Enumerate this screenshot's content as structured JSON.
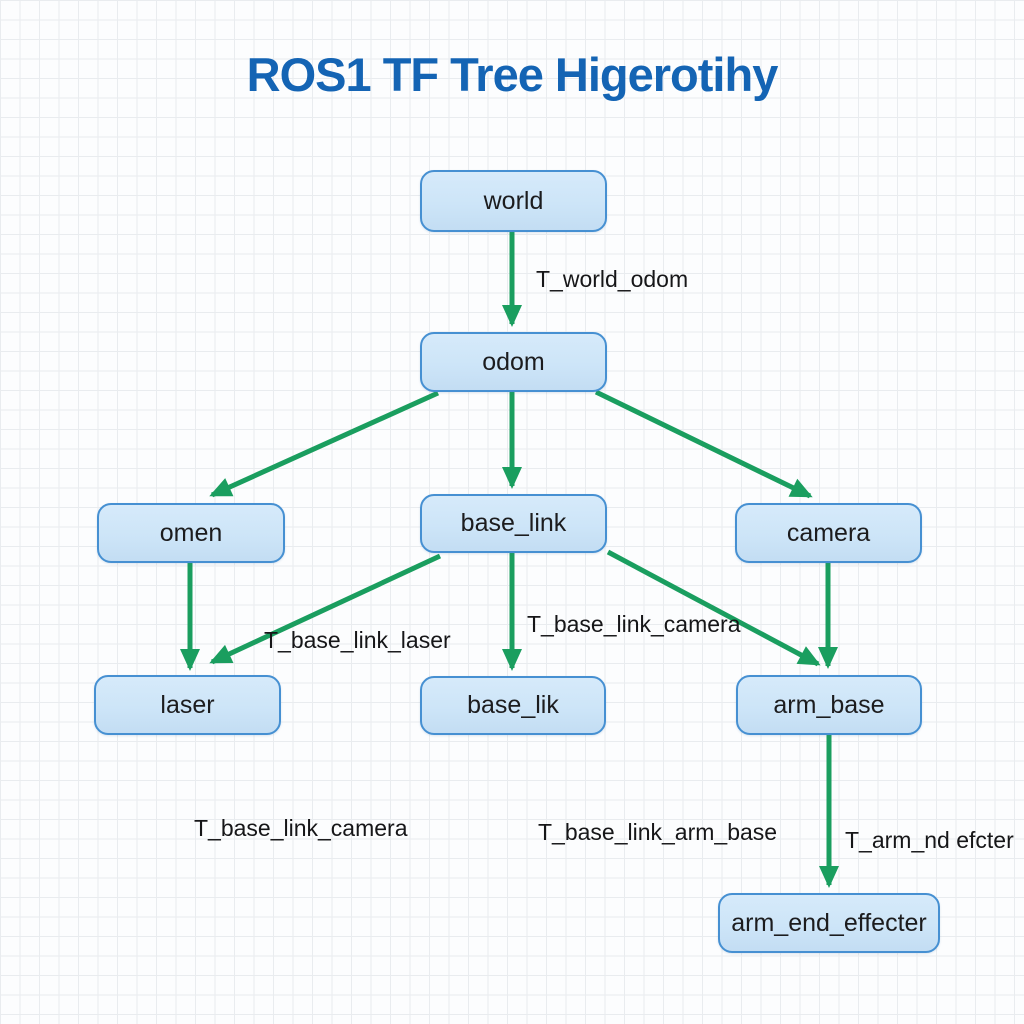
{
  "title": "ROS1 TF Tree Higerotihy",
  "diagram": {
    "nodes": {
      "world": "world",
      "odom": "odom",
      "omen": "omen",
      "base_link": "base_link",
      "camera": "camera",
      "laser": "laser",
      "base_lik": "base_lik",
      "arm_base": "arm_base",
      "arm_end_effecter": "arm_end_effecter"
    },
    "edge_labels": {
      "world_odom": "T_world_odom",
      "base_link_laser": "T_base_link_laser",
      "base_link_camera_upper": "T_base_link_camera",
      "base_link_camera_lower": "T_base_link_camera",
      "base_link_arm_base": "T_base_link_arm_base",
      "arm_nd_efcter": "T_arm_nd efcter"
    }
  },
  "colors": {
    "background": "#fcfdfe",
    "grid_line": "#e9ecef",
    "node_fill": "#cde5f8",
    "node_border": "#4690d2",
    "node_text": "#1c1c1e",
    "arrow_green": "#1a9e5f",
    "edge_label_text": "#161618",
    "title_blue": "#1464b4"
  }
}
